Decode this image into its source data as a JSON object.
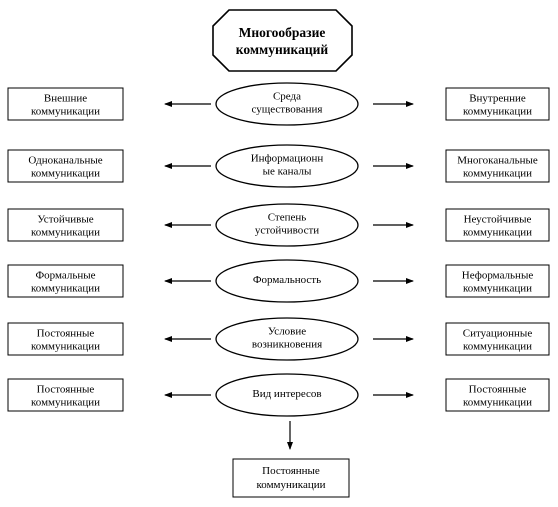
{
  "title": [
    "Многообразие",
    "коммуникаций"
  ],
  "rows": [
    {
      "criterion": [
        "Среда",
        "существования"
      ],
      "left": [
        "Внешние",
        "коммуникации"
      ],
      "right": [
        "Внутренние",
        "коммуникации"
      ]
    },
    {
      "criterion": [
        "Информационн",
        "ые каналы"
      ],
      "left": [
        "Одноканальные",
        "коммуникации"
      ],
      "right": [
        "Многоканальные",
        "коммуникации"
      ]
    },
    {
      "criterion": [
        "Степень",
        "устойчивости"
      ],
      "left": [
        "Устойчивые",
        "коммуникации"
      ],
      "right": [
        "Неустойчивые",
        "коммуникации"
      ]
    },
    {
      "criterion": [
        "Формальность"
      ],
      "left": [
        "Формальные",
        "коммуникации"
      ],
      "right": [
        "Неформальные",
        "коммуникации"
      ]
    },
    {
      "criterion": [
        "Условие",
        "возникновения"
      ],
      "left": [
        "Постоянные",
        "коммуникации"
      ],
      "right": [
        "Ситуационные",
        "коммуникации"
      ]
    },
    {
      "criterion": [
        "Вид интересов"
      ],
      "left": [
        "Постоянные",
        "коммуникации"
      ],
      "right": [
        "Постоянные",
        "коммуникации"
      ]
    }
  ],
  "bottom": [
    "Постоянные",
    "коммуникации"
  ]
}
